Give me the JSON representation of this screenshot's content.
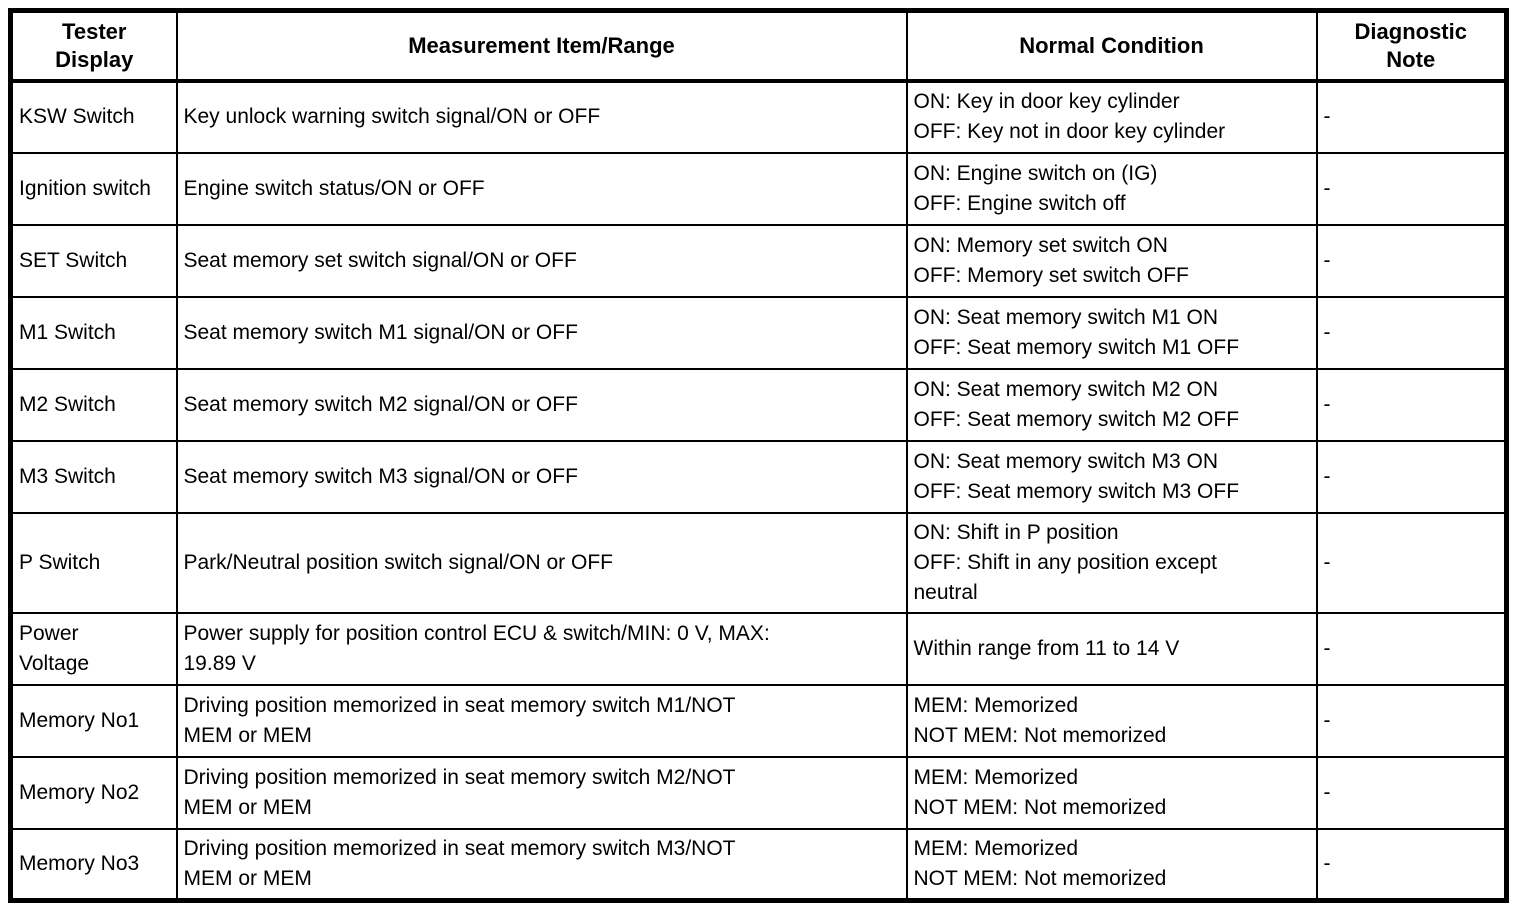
{
  "colors": {
    "border": "#000000",
    "background": "#ffffff",
    "text": "#000000"
  },
  "table": {
    "headers": {
      "tester": "Tester\nDisplay",
      "item": "Measurement Item/Range",
      "condition": "Normal Condition",
      "note": "Diagnostic\nNote"
    },
    "rows": [
      {
        "tester": "KSW Switch",
        "item": "Key unlock warning switch signal/ON or OFF",
        "condition": "ON: Key in door key cylinder\nOFF: Key not in door key cylinder",
        "note": "-"
      },
      {
        "tester": "Ignition switch",
        "item": "Engine switch status/ON or OFF",
        "condition": "ON: Engine switch on (IG)\nOFF: Engine switch off",
        "note": "-"
      },
      {
        "tester": "SET Switch",
        "item": "Seat memory set switch signal/ON or OFF",
        "condition": "ON: Memory set switch ON\nOFF: Memory set switch OFF",
        "note": "-"
      },
      {
        "tester": "M1 Switch",
        "item": "Seat memory switch M1 signal/ON or OFF",
        "condition": "ON: Seat memory switch M1 ON\nOFF: Seat memory switch M1 OFF",
        "note": "-"
      },
      {
        "tester": "M2 Switch",
        "item": "Seat memory switch M2 signal/ON or OFF",
        "condition": "ON: Seat memory switch M2 ON\nOFF: Seat memory switch M2 OFF",
        "note": "-"
      },
      {
        "tester": "M3 Switch",
        "item": "Seat memory switch M3 signal/ON or OFF",
        "condition": "ON: Seat memory switch M3 ON\nOFF: Seat memory switch M3 OFF",
        "note": "-"
      },
      {
        "tester": "P Switch",
        "item": "Park/Neutral position switch signal/ON or OFF",
        "condition": "ON: Shift in P position\nOFF: Shift in any position except\nneutral",
        "note": "-"
      },
      {
        "tester": "Power\nVoltage",
        "item": "Power supply for position control ECU & switch/MIN: 0 V, MAX:\n19.89 V",
        "condition": "Within range from 11 to 14 V",
        "note": "-"
      },
      {
        "tester": "Memory No1",
        "item": "Driving position memorized in seat memory switch M1/NOT\nMEM or MEM",
        "condition": "MEM: Memorized\nNOT MEM: Not memorized",
        "note": "-"
      },
      {
        "tester": "Memory No2",
        "item": "Driving position memorized in seat memory switch M2/NOT\nMEM or MEM",
        "condition": "MEM: Memorized\nNOT MEM: Not memorized",
        "note": "-"
      },
      {
        "tester": "Memory No3",
        "item": "Driving position memorized in seat memory switch M3/NOT\nMEM or MEM",
        "condition": "MEM: Memorized\nNOT MEM: Not memorized",
        "note": "-"
      }
    ]
  }
}
